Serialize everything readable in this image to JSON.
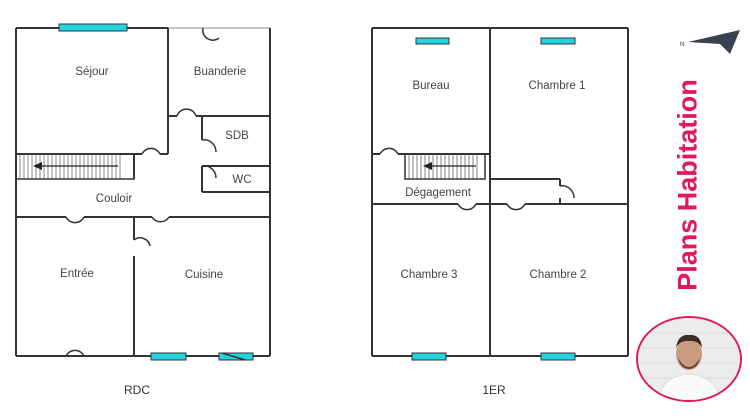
{
  "plans": [
    {
      "floor_label": "RDC",
      "rooms": [
        {
          "name": "Séjour"
        },
        {
          "name": "Buanderie"
        },
        {
          "name": "SDB"
        },
        {
          "name": "WC"
        },
        {
          "name": "Couloir"
        },
        {
          "name": "Entrée"
        },
        {
          "name": "Cuisine"
        }
      ]
    },
    {
      "floor_label": "1ER",
      "rooms": [
        {
          "name": "Bureau"
        },
        {
          "name": "Chambre 1"
        },
        {
          "name": "Dégagement"
        },
        {
          "name": "Chambre 3"
        },
        {
          "name": "Chambre 2"
        }
      ]
    }
  ],
  "brand": {
    "title": "Plans Habitation",
    "color": "#e0195a"
  },
  "compass": {
    "label": "N"
  },
  "colors": {
    "wall": "#333333",
    "window": "#22d3e0"
  }
}
